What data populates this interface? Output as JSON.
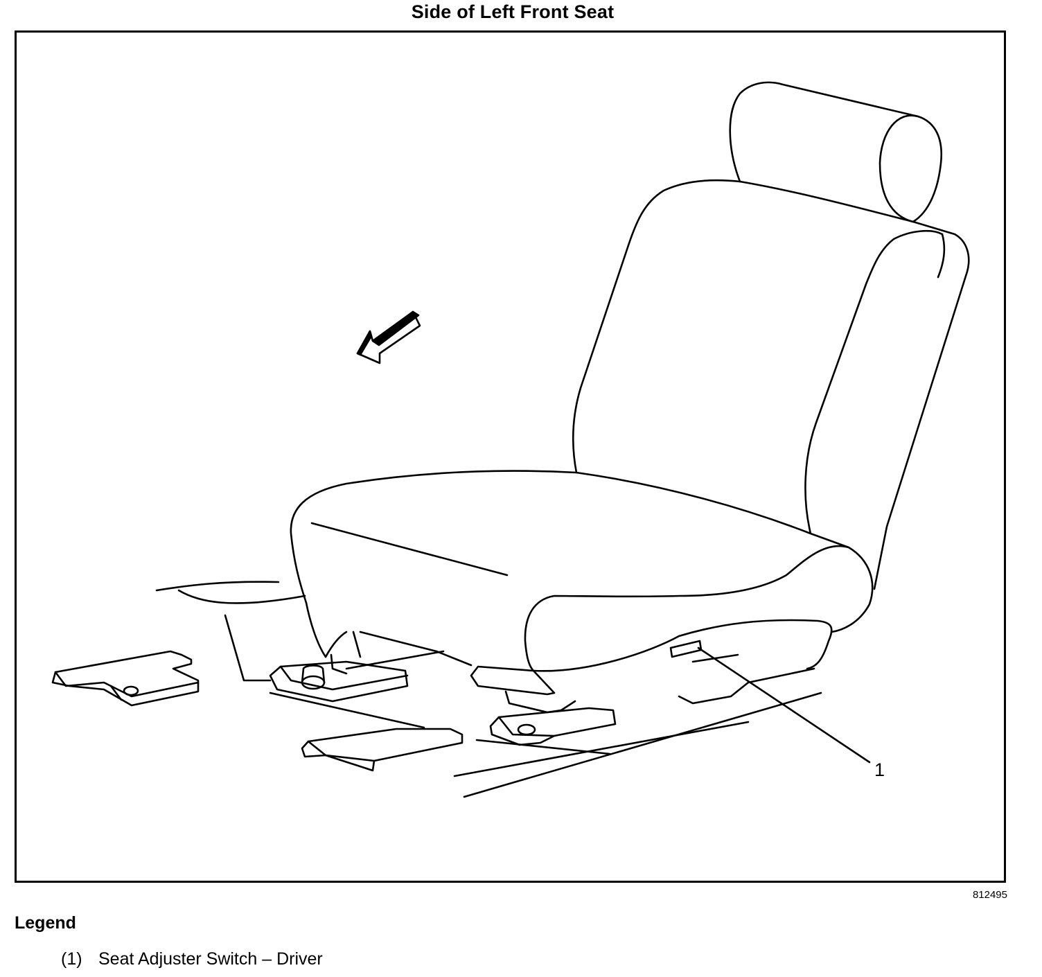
{
  "figure": {
    "title": "Side of Left Front Seat",
    "figure_number": "812495",
    "callouts": [
      {
        "number": "1",
        "name": "seat-adjuster-switch-callout"
      }
    ]
  },
  "legend": {
    "heading": "Legend",
    "items": [
      {
        "number": "(1)",
        "label": "Seat Adjuster Switch – Driver"
      }
    ]
  },
  "icons": {
    "forward-arrow": "arrow-icon"
  }
}
